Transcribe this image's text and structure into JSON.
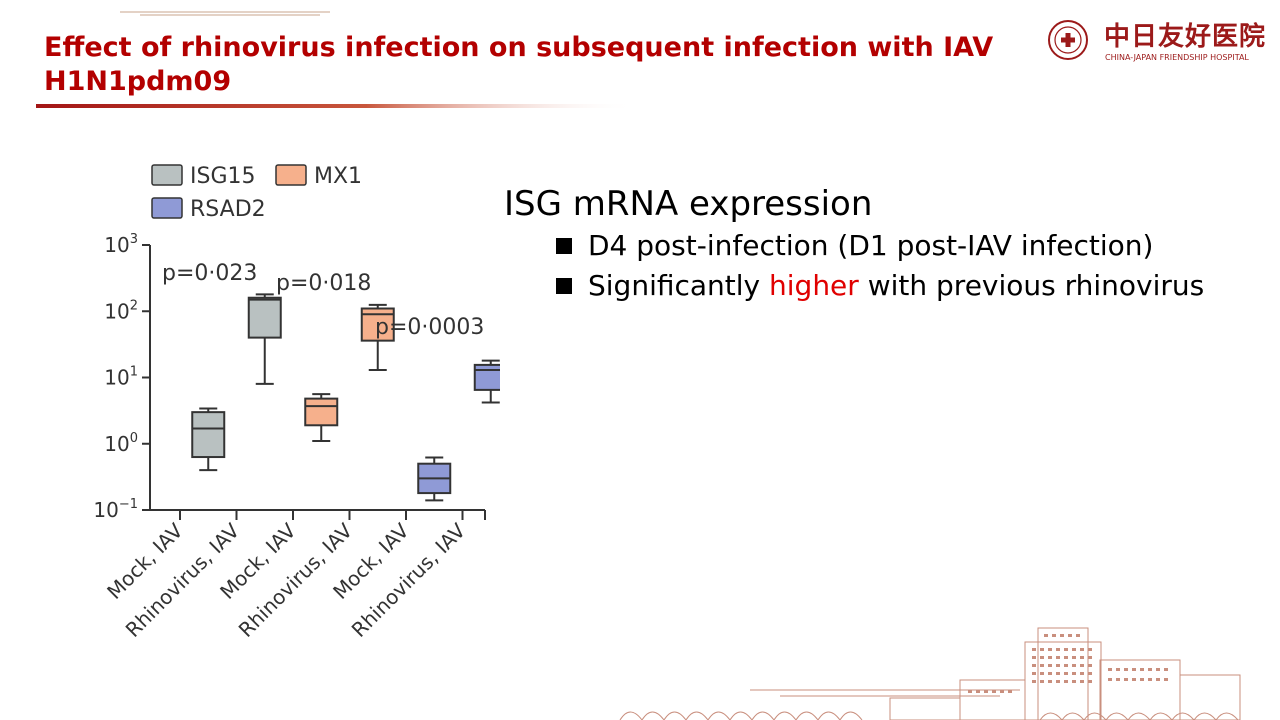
{
  "slide": {
    "title": "Effect of rhinovirus infection on subsequent infection with IAV H1N1pdm09",
    "logo": {
      "name_cn": "中日友好医院",
      "name_en": "CHINA-JAPAN FRIENDSHIP HOSPITAL"
    },
    "colors": {
      "title": "#b30000",
      "highlight": "#e00000",
      "isg15": "#b9c1c1",
      "mx1": "#f6b08c",
      "rsad2": "#8f9ad6"
    }
  },
  "text": {
    "heading": "ISG mRNA expression",
    "bullets": [
      {
        "parts": [
          "D4 post-infection (D1 post-IAV infection)"
        ]
      },
      {
        "parts": [
          "Significantly ",
          "higher",
          " with previous rhinovirus"
        ]
      }
    ]
  },
  "chart_data": {
    "type": "box",
    "y_scale": "log10",
    "ylim": [
      0.1,
      1000
    ],
    "y_ticks": [
      {
        "label": "10",
        "exp": "3",
        "value": 1000
      },
      {
        "label": "10",
        "exp": "2",
        "value": 100
      },
      {
        "label": "10",
        "exp": "1",
        "value": 10
      },
      {
        "label": "10",
        "exp": "0",
        "value": 1
      },
      {
        "label": "10",
        "exp": "−1",
        "value": 0.1
      }
    ],
    "categories": [
      "Mock, IAV",
      "Rhinovirus, IAV",
      "Mock, IAV",
      "Rhinovirus, IAV",
      "Mock, IAV",
      "Rhinovirus, IAV"
    ],
    "legend": [
      {
        "name": "ISG15",
        "color": "#b9c1c1"
      },
      {
        "name": "MX1",
        "color": "#f6b08c"
      },
      {
        "name": "RSAD2",
        "color": "#8f9ad6"
      }
    ],
    "series": [
      {
        "name": "ISG15",
        "color": "#b9c1c1",
        "boxes": [
          {
            "category": "Mock, IAV",
            "min": 0.4,
            "q1": 0.63,
            "median": 1.7,
            "q3": 3.0,
            "max": 3.4
          },
          {
            "category": "Rhinovirus, IAV",
            "min": 8.0,
            "q1": 40,
            "median": 150,
            "q3": 160,
            "max": 180
          }
        ]
      },
      {
        "name": "MX1",
        "color": "#f6b08c",
        "boxes": [
          {
            "category": "Mock, IAV",
            "min": 1.1,
            "q1": 1.9,
            "median": 3.7,
            "q3": 4.8,
            "max": 5.6
          },
          {
            "category": "Rhinovirus, IAV",
            "min": 13,
            "q1": 36,
            "median": 90,
            "q3": 110,
            "max": 125
          }
        ]
      },
      {
        "name": "RSAD2",
        "color": "#8f9ad6",
        "boxes": [
          {
            "category": "Mock, IAV",
            "min": 0.14,
            "q1": 0.18,
            "median": 0.3,
            "q3": 0.5,
            "max": 0.62
          },
          {
            "category": "Rhinovirus, IAV",
            "min": 4.2,
            "q1": 6.5,
            "median": 13,
            "q3": 15.5,
            "max": 18
          }
        ]
      }
    ],
    "annotations": [
      {
        "text": "p=0·023",
        "series": "ISG15"
      },
      {
        "text": "p=0·018",
        "series": "MX1"
      },
      {
        "text": "p=0·0003",
        "series": "RSAD2"
      }
    ]
  }
}
